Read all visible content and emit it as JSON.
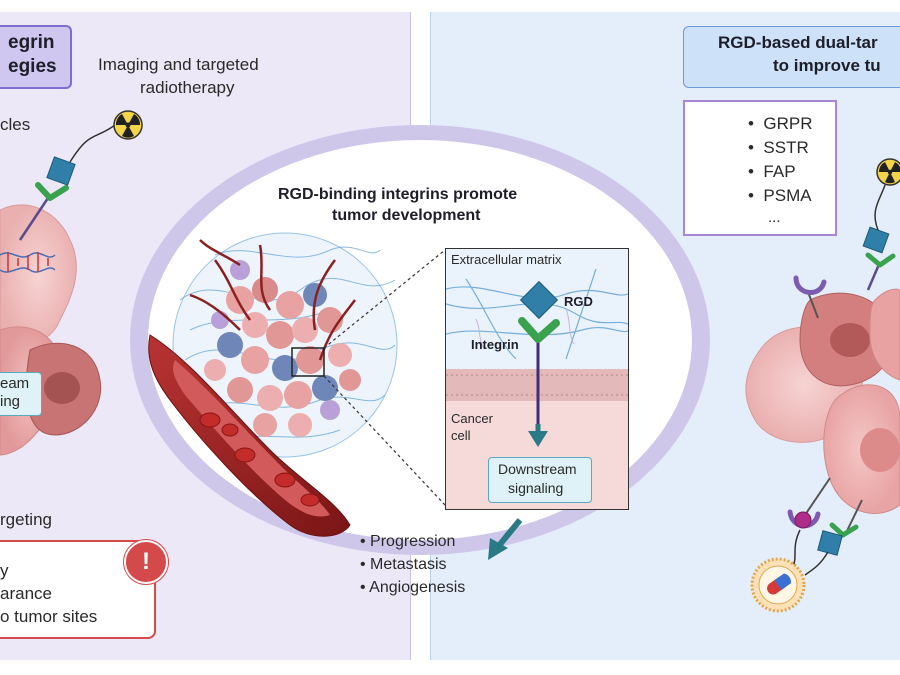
{
  "left_panel": {
    "title_lines": [
      "egrin",
      "egies"
    ],
    "imaging_label_lines": [
      "Imaging and targeted",
      "radiotherapy"
    ],
    "particles_label": "cles",
    "downstream_lines": [
      "eam",
      "ing"
    ],
    "targeting_label": "rgeting",
    "warning_symbol": "!",
    "warning_lines": [
      "y",
      "arance",
      "o tumor sites"
    ]
  },
  "center": {
    "title_lines": [
      "RGD-binding integrins promote",
      "tumor development"
    ],
    "inset": {
      "ecm_label": "Extracellular matrix",
      "rgd_label": "RGD",
      "integrin_label": "Integrin",
      "cancer_cell_lines": [
        "Cancer",
        "cell"
      ],
      "downstream_lines": [
        "Downstream",
        "signaling"
      ]
    },
    "outcomes": [
      "Progression",
      "Metastasis",
      "Angiogenesis"
    ]
  },
  "right_panel": {
    "title_lines": [
      "RGD-based dual-tar",
      "to improve tu"
    ],
    "receptors": [
      "GRPR",
      "SSTR",
      "FAP",
      "PSMA"
    ],
    "receptors_more": "..."
  },
  "colors": {
    "left_bg": "#ece8f7",
    "right_bg": "#e4eefb",
    "rgd": "#2f7fa8",
    "integrin": "#3aa24f",
    "warning": "#d44a4a",
    "vessel": "#9a2020",
    "cell_pink": "#e8a2a2",
    "purple_receptor": "#7d5bb0"
  }
}
